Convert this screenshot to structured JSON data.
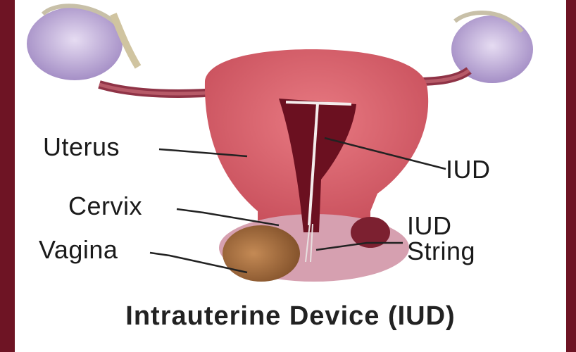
{
  "labels": {
    "uterus": "Uterus",
    "cervix": "Cervix",
    "vagina": "Vagina",
    "iud": "IUD",
    "iud_string_line1": "IUD",
    "iud_string_line2": "String"
  },
  "caption": "Intrauterine Device (IUD)",
  "colors": {
    "frame": "#6e1424",
    "uterus_tissue": "#d9606a",
    "cavity": "#6b1020",
    "ovary": "#b9a6d4",
    "vagina": "#9b6a3e",
    "line": "#222222"
  }
}
